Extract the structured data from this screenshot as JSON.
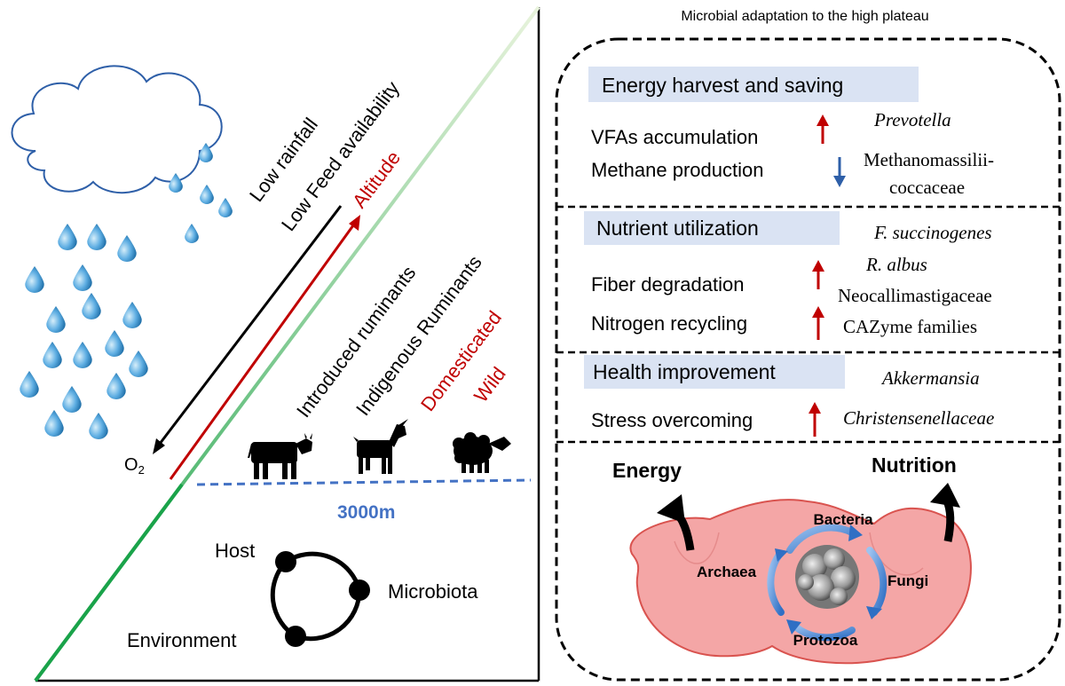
{
  "left_panel": {
    "rotated_labels": {
      "low_rainfall": "Low rainfall",
      "low_feed": "Low Feed availability",
      "altitude": "Altitude",
      "introduced": "Introduced ruminants",
      "indigenous": "Indigenous Ruminants",
      "domesticated": "Domesticated",
      "wild": "Wild"
    },
    "oxygen_label": "O",
    "oxygen_subscript": "2",
    "altitude_mark": "3000m",
    "triad": {
      "host": "Host",
      "microbiota": "Microbiota",
      "environment": "Environment"
    }
  },
  "right_panel": {
    "title": "Microbial adaptation to the high plateau",
    "sections": [
      {
        "header": "Energy harvest and saving",
        "rows": [
          {
            "label": "VFAs accumulation",
            "direction": "up"
          },
          {
            "label": "Methane production",
            "direction": "down"
          }
        ],
        "taxa": [
          "Prevotella",
          "Methanomassilii-",
          "coccaceae"
        ]
      },
      {
        "header": "Nutrient utilization",
        "rows": [
          {
            "label": "Fiber degradation",
            "direction": "up"
          },
          {
            "label": "Nitrogen recycling",
            "direction": "up"
          }
        ],
        "taxa": [
          "F. succinogenes",
          "R. albus",
          "Neocallimastigaceae",
          "CAZyme families"
        ]
      },
      {
        "header": "Health improvement",
        "rows": [
          {
            "label": "Stress overcoming",
            "direction": "up"
          }
        ],
        "taxa": [
          "Akkermansia",
          "Christensenellaceae"
        ]
      }
    ],
    "rumen": {
      "energy": "Energy",
      "nutrition": "Nutrition",
      "bacteria": "Bacteria",
      "fungi": "Fungi",
      "protozoa": "Protozoa",
      "archaea": "Archaea"
    }
  },
  "colors": {
    "red": "#c00000",
    "blue_arrow": "#2e5fa8",
    "altitude_blue": "#4472c4",
    "header_fill": "#dae3f3",
    "rumen_fill": "#f4a6a6",
    "rumen_stroke": "#d9534f",
    "drop": "#5dade2",
    "slope_green": "#1aa34a"
  },
  "icons": [
    "cloud-icon",
    "raindrop-icon",
    "cow-icon",
    "goat-icon",
    "sheep-icon",
    "microbe-cluster-icon"
  ]
}
